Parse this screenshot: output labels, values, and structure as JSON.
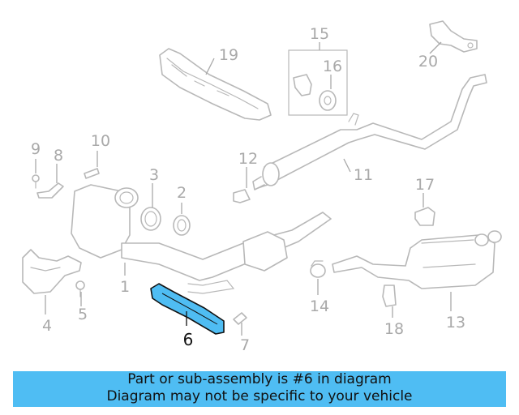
{
  "diagram": {
    "callouts": [
      {
        "id": "1",
        "label": "1"
      },
      {
        "id": "2",
        "label": "2"
      },
      {
        "id": "3",
        "label": "3"
      },
      {
        "id": "4",
        "label": "4"
      },
      {
        "id": "5",
        "label": "5"
      },
      {
        "id": "6",
        "label": "6",
        "highlighted": true
      },
      {
        "id": "7",
        "label": "7"
      },
      {
        "id": "8",
        "label": "8"
      },
      {
        "id": "9",
        "label": "9"
      },
      {
        "id": "10",
        "label": "10"
      },
      {
        "id": "11",
        "label": "11"
      },
      {
        "id": "12",
        "label": "12"
      },
      {
        "id": "13",
        "label": "13"
      },
      {
        "id": "14",
        "label": "14"
      },
      {
        "id": "15",
        "label": "15"
      },
      {
        "id": "16",
        "label": "16"
      },
      {
        "id": "17",
        "label": "17"
      },
      {
        "id": "18",
        "label": "18"
      },
      {
        "id": "19",
        "label": "19"
      },
      {
        "id": "20",
        "label": "20"
      }
    ],
    "highlight_color": "#4fbdf3",
    "part_line_color": "#b8b8b8",
    "label_color": "#a9a9a9"
  },
  "banner": {
    "line1": "Part or sub-assembly is #6 in diagram",
    "line2": "Diagram may not be specific to your vehicle",
    "background": "#4fbdf3"
  }
}
